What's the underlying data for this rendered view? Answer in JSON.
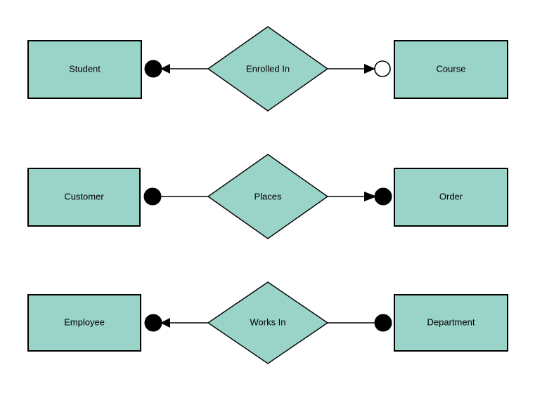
{
  "diagram": {
    "type": "entity-relationship-diagram",
    "background_color": "#FFFFFF",
    "entity_fill": "#9AD3C8",
    "relationship_fill": "#9AD3C8",
    "stroke_color": "#000000",
    "cardinality_filled_color": "#000000",
    "cardinality_open_color": "#FFFFFF",
    "rows": [
      {
        "id": "row-1",
        "left_entity": {
          "label": "Student"
        },
        "relationship": {
          "label": "Enrolled In"
        },
        "right_entity": {
          "label": "Course"
        },
        "left_connector": {
          "marker": "filled-circle",
          "arrow": "left"
        },
        "right_connector": {
          "marker": "open-circle",
          "arrow": "right"
        }
      },
      {
        "id": "row-2",
        "left_entity": {
          "label": "Customer"
        },
        "relationship": {
          "label": "Places"
        },
        "right_entity": {
          "label": "Order"
        },
        "left_connector": {
          "marker": "filled-circle",
          "arrow": "none"
        },
        "right_connector": {
          "marker": "filled-circle",
          "arrow": "right"
        }
      },
      {
        "id": "row-3",
        "left_entity": {
          "label": "Employee"
        },
        "relationship": {
          "label": "Works In"
        },
        "right_entity": {
          "label": "Department"
        },
        "left_connector": {
          "marker": "filled-circle",
          "arrow": "left"
        },
        "right_connector": {
          "marker": "filled-circle",
          "arrow": "none"
        }
      }
    ]
  }
}
